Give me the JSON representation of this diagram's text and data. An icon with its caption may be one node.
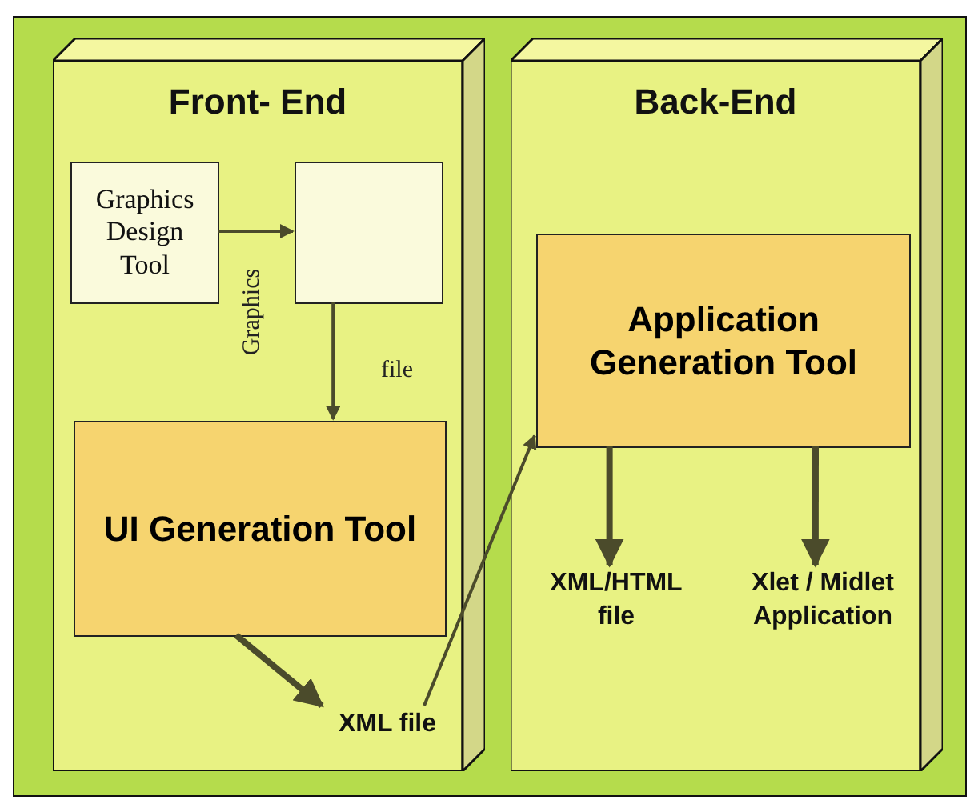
{
  "diagram": {
    "nodes": [
      {
        "text": [
          "Front- End"
        ]
      },
      {
        "text": [
          "Graphics Design Tool"
        ],
        "in": 0
      },
      {
        "text": [],
        "shape": "box",
        "in": 0
      },
      {
        "text": [
          "UI Generation Tool"
        ],
        "in": 0
      },
      {
        "text": [
          "XML file"
        ],
        "in": 0
      },
      {
        "text": [
          "Back-End"
        ]
      },
      {
        "text": [
          "Application Generation Tool"
        ],
        "in": 5
      },
      {
        "text": [
          "XML/HTML file"
        ],
        "in": 5
      },
      {
        "text": [
          "Xlet / Midlet Application"
        ],
        "in": 5
      }
    ],
    "edges": [
      {
        "from": 1,
        "to": 2,
        "arrow": "to",
        "label": "Graphics"
      },
      {
        "from": 2,
        "to": 3,
        "arrow": "to",
        "label": "file"
      },
      {
        "from": 3,
        "to": 4,
        "arrow": "to",
        "style": "thick"
      },
      {
        "from": 4,
        "to": 6,
        "arrow": "to"
      },
      {
        "from": 6,
        "to": 7,
        "arrow": "to",
        "style": "thick"
      },
      {
        "from": 6,
        "to": 8,
        "arrow": "to",
        "style": "thick"
      }
    ]
  }
}
